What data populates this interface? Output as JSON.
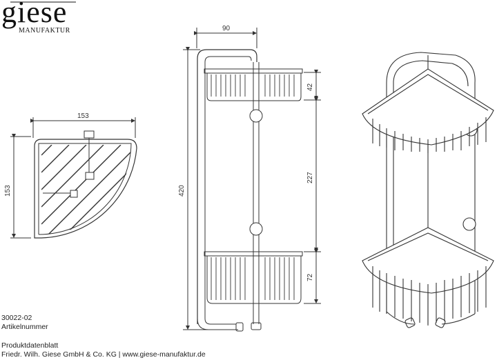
{
  "brand": {
    "name": "giese",
    "subtitle": "MANUFAKTUR"
  },
  "article": {
    "number": "30022-02",
    "label": "Artikelnummer"
  },
  "footer": {
    "title": "Produktdatenblatt",
    "company": "Friedr. Wilh. Giese GmbH & Co. KG | www.giese-manufaktur.de"
  },
  "dimensions": {
    "top_width": "153",
    "top_depth": "153",
    "side_depth": "90",
    "total_height": "420",
    "upper_basket_height": "42",
    "basket_spacing": "227",
    "lower_basket_height": "72"
  }
}
